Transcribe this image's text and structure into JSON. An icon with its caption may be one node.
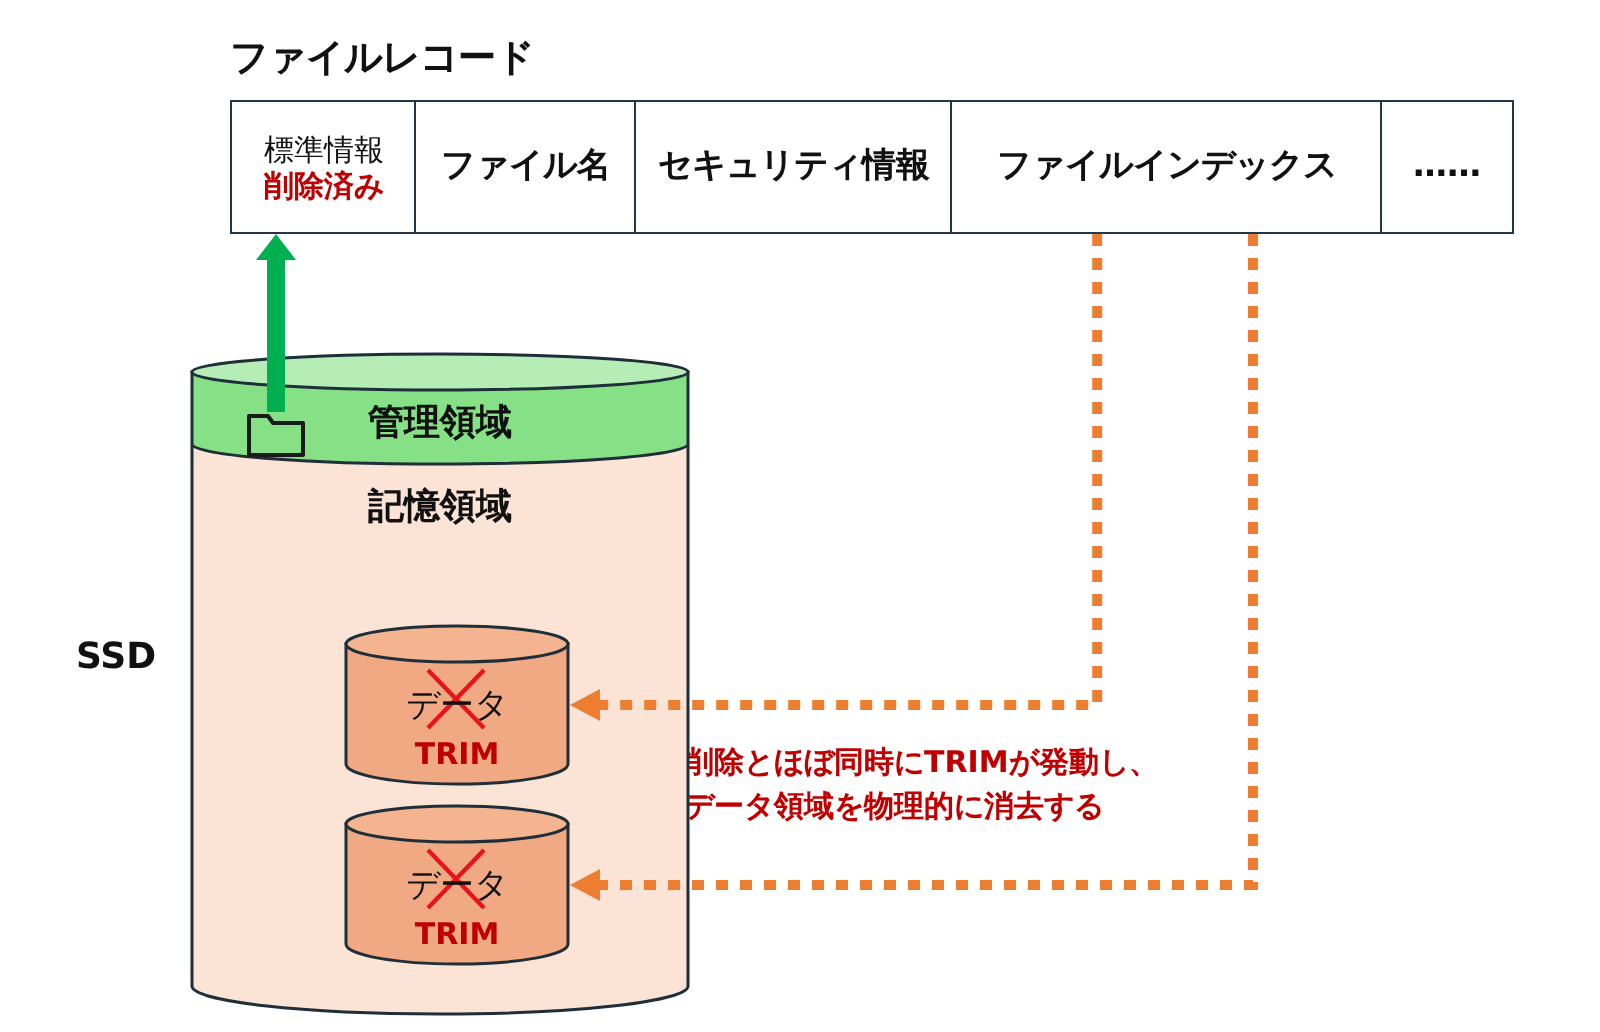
{
  "diagram": {
    "nodes": [
      {
        "text": [
          "ファイルレコード"
        ]
      },
      {
        "text": [
          "標準情報",
          "削除済み"
        ],
        "in": 0
      },
      {
        "text": [
          "ファイル名"
        ],
        "in": 0
      },
      {
        "text": [
          "セキュリティ情報"
        ],
        "in": 0
      },
      {
        "text": [
          "ファイルインデックス"
        ],
        "in": 0
      },
      {
        "text": [
          "……"
        ],
        "in": 0
      },
      {
        "text": [
          "SSD"
        ]
      },
      {
        "text": [
          "管理領域"
        ],
        "in": 6
      },
      {
        "text": [],
        "shape": "folder",
        "in": 7
      },
      {
        "text": [
          "記憶領域"
        ],
        "in": 6
      },
      {
        "text": [
          "データ",
          "TRIM"
        ],
        "in": 9
      },
      {
        "text": [
          "データ",
          "TRIM"
        ],
        "in": 9
      }
    ],
    "edges": [
      {
        "from": 8,
        "to": 1,
        "arrow": "to",
        "style": "thick",
        "color": "#00b050"
      },
      {
        "from": 4,
        "to": 10,
        "arrow": "to",
        "style": "dashed"
      },
      {
        "from": 4,
        "to": 11,
        "arrow": "to",
        "style": "dashed"
      }
    ],
    "labels": [
      "削除とほぼ同時にTRIMが発動し、データ領域を物理的に消去する"
    ]
  }
}
